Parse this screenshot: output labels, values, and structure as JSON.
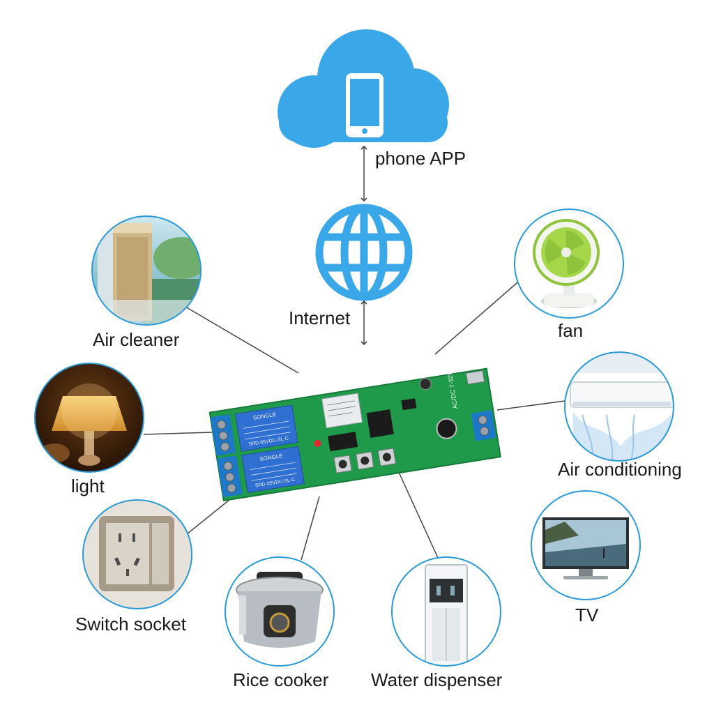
{
  "labels": {
    "phone_app": "phone APP",
    "internet": "Internet",
    "air_cleaner": "Air cleaner",
    "fan": "fan",
    "light": "light",
    "air_conditioning": "Air conditioning",
    "switch_socket": "Switch socket",
    "rice_cooker": "Rice cooker",
    "water_dispenser": "Water dispenser",
    "tv": "TV"
  },
  "board": {
    "relay_brand": "SONGLE",
    "relay_model": "SRD-05VDC-SL-C",
    "power_spec": "AC/DC 7-32V"
  },
  "colors": {
    "cloud": "#3aa8e8",
    "globe": "#3aa8e8",
    "circle_border": "#2a9ad6",
    "pcb": "#1f9a4a",
    "relay": "#2f6fd1",
    "terminal": "#1e78c8",
    "connector_line": "#444444"
  },
  "icons": {
    "cloud": "cloud-icon",
    "phone": "smartphone-icon",
    "globe": "globe-icon"
  }
}
